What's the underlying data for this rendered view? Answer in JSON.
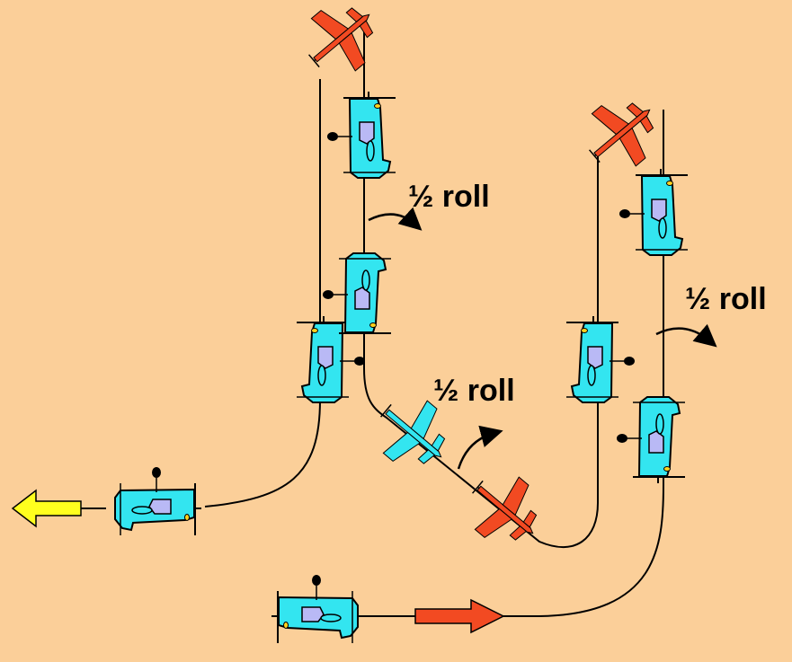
{
  "labels": {
    "roll_1": "½ roll",
    "roll_2": "½ roll",
    "roll_3": "½ roll"
  },
  "colors": {
    "background": "#FBCF99",
    "plane_upright": "#33E5F0",
    "plane_inverted": "#F24A22",
    "exit_arrow": "#FFFF1E",
    "entry_arrow": "#F24A22",
    "flight_path": "#000000",
    "canopy": "#B9B9F5"
  }
}
